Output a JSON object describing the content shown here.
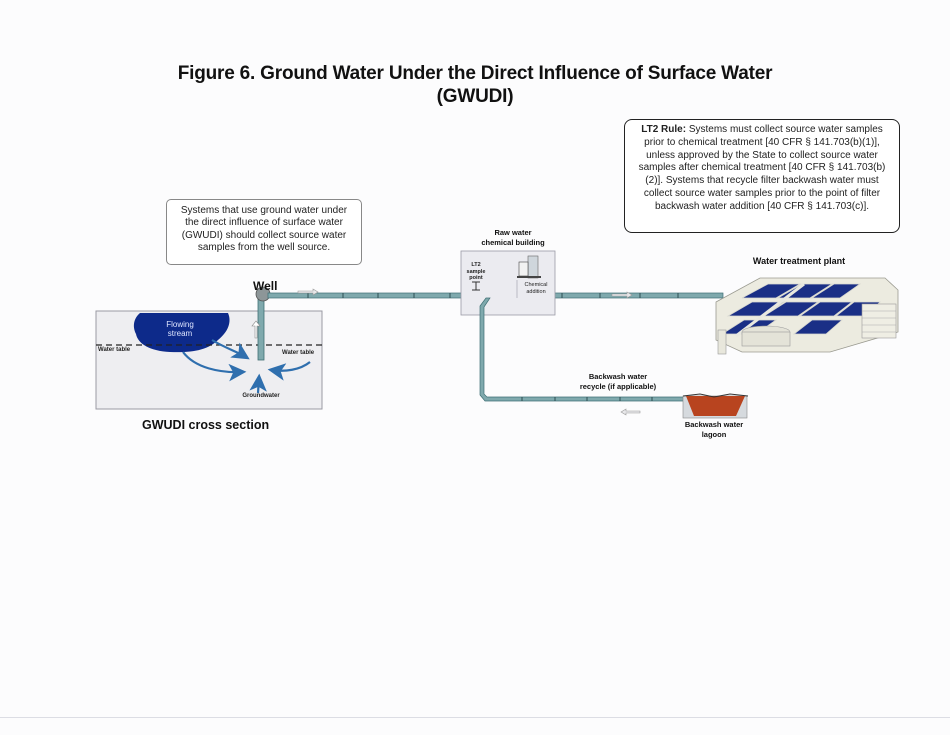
{
  "figure": {
    "title_line1": "Figure 6. Ground Water Under the Direct Influence of Surface Water",
    "title_line2": "(GWUDI)"
  },
  "callouts": {
    "gwudi_note": {
      "line1": "Systems that use ground water under",
      "line2": "the direct influence of surface water",
      "line3": "(GWUDI) should collect source water",
      "line4": "samples from the well source."
    },
    "lt2_rule": {
      "heading": "LT2 Rule:",
      "text": " Systems must collect source water samples prior to chemical treatment [40 CFR § 141.703(b)(1)], unless approved by the State to collect source water samples after chemical treatment [40 CFR § 141.703(b)(2)]. Systems that recycle filter backwash water must collect source water samples prior to the point of filter backwash water addition [40 CFR § 141.703(c)]."
    }
  },
  "cross_section": {
    "caption": "GWUDI cross section",
    "well_label": "Well",
    "stream_line1": "Flowing",
    "stream_line2": "stream",
    "water_table_left": "Water table",
    "water_table_right": "Water table",
    "groundwater": "Groundwater"
  },
  "chemical_building": {
    "label_line1": "Raw water",
    "label_line2": "chemical building",
    "sample_line1": "LT2",
    "sample_line2": "sample",
    "sample_line3": "point",
    "chem_line1": "Chemical",
    "chem_line2": "addition"
  },
  "treatment_plant": {
    "label": "Water treatment plant"
  },
  "backwash": {
    "recycle_line1": "Backwash water",
    "recycle_line2": "recycle (if applicable)",
    "lagoon_line1": "Backwash water",
    "lagoon_line2": "lagoon"
  },
  "colors": {
    "pipe": "#7fa9ad",
    "pipe_dark": "#3f6f74",
    "stream": "#0d2a8a",
    "arrow_blue": "#2f6fae",
    "panel_blue": "#1a2f86",
    "lagoon": "#b8441f",
    "ground": "#eeeef1"
  }
}
